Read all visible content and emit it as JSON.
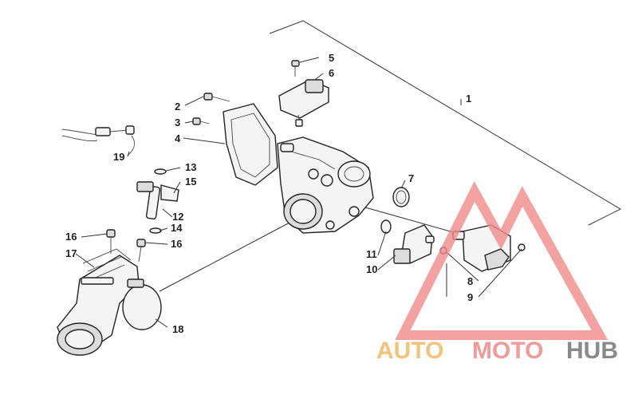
{
  "diagram": {
    "callouts": [
      {
        "id": "c1",
        "label": "1"
      },
      {
        "id": "c2",
        "label": "2"
      },
      {
        "id": "c3",
        "label": "3"
      },
      {
        "id": "c4",
        "label": "4"
      },
      {
        "id": "c5",
        "label": "5"
      },
      {
        "id": "c6",
        "label": "6"
      },
      {
        "id": "c7",
        "label": "7"
      },
      {
        "id": "c8",
        "label": "8"
      },
      {
        "id": "c9",
        "label": "9"
      },
      {
        "id": "c10",
        "label": "10"
      },
      {
        "id": "c11",
        "label": "11"
      },
      {
        "id": "c12",
        "label": "12"
      },
      {
        "id": "c13",
        "label": "13"
      },
      {
        "id": "c14",
        "label": "14"
      },
      {
        "id": "c15",
        "label": "15"
      },
      {
        "id": "c16a",
        "label": "16"
      },
      {
        "id": "c16b",
        "label": "16"
      },
      {
        "id": "c17",
        "label": "17"
      },
      {
        "id": "c18",
        "label": "18"
      },
      {
        "id": "c19",
        "label": "19"
      }
    ]
  },
  "watermark": {
    "part1": "AUTO",
    "part2": "MOTO",
    "part3": "HUB",
    "color_auto": "#f5c27a",
    "color_moto": "#f29a9a",
    "color_hub": "#8a8a8a",
    "triangle_color": "#f08a8a"
  }
}
